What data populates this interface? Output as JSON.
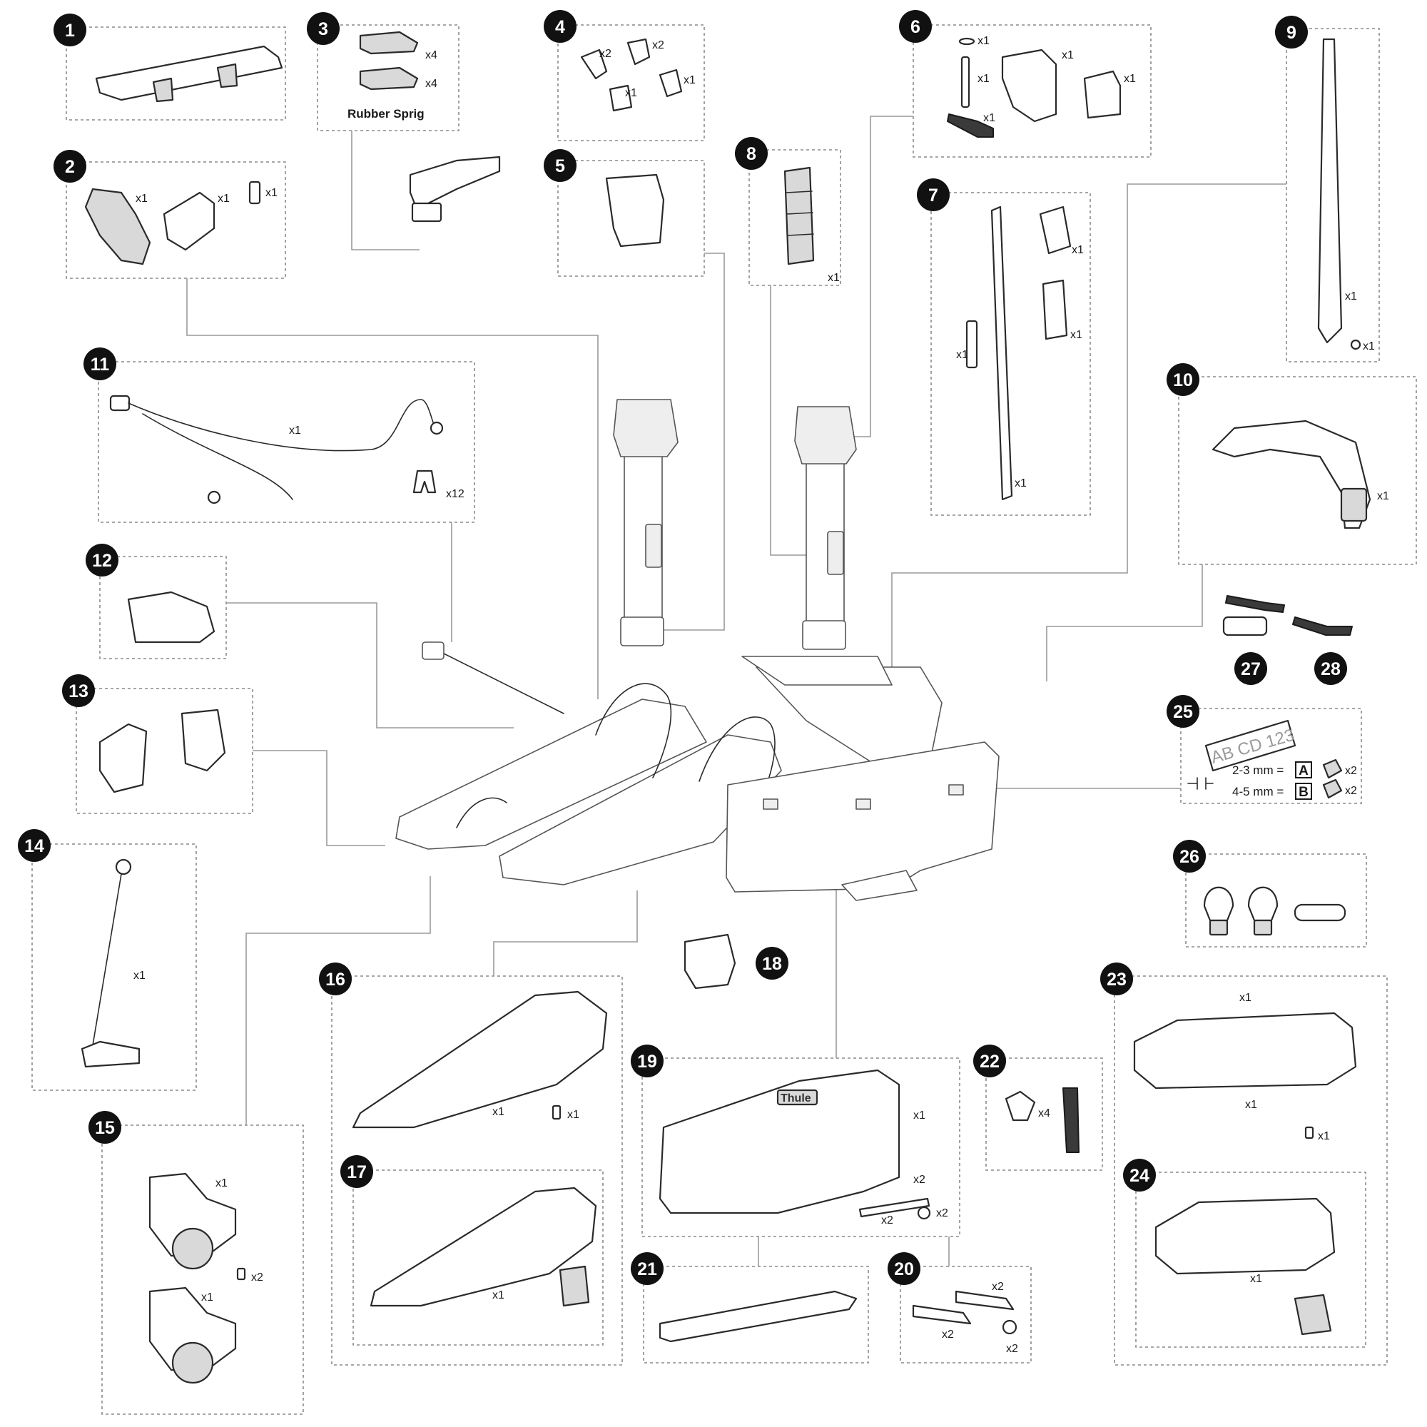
{
  "parts": [
    {
      "id": "1",
      "quantities": []
    },
    {
      "id": "2",
      "quantities": [
        "x1",
        "x1",
        "x1"
      ]
    },
    {
      "id": "3",
      "quantities": [
        "x4",
        "x4"
      ],
      "label": "Rubber Sprig"
    },
    {
      "id": "4",
      "quantities": [
        "x2",
        "x2",
        "x1",
        "x1"
      ]
    },
    {
      "id": "5",
      "quantities": []
    },
    {
      "id": "6",
      "quantities": [
        "x1",
        "x1",
        "x1",
        "x1",
        "x1"
      ]
    },
    {
      "id": "7",
      "quantities": [
        "x1",
        "x1",
        "x1",
        "x1"
      ]
    },
    {
      "id": "8",
      "quantities": [
        "x1"
      ]
    },
    {
      "id": "9",
      "quantities": [
        "x1",
        "x1"
      ]
    },
    {
      "id": "10",
      "quantities": [
        "x1"
      ]
    },
    {
      "id": "11",
      "quantities": [
        "x1",
        "x12"
      ]
    },
    {
      "id": "12",
      "quantities": []
    },
    {
      "id": "13",
      "quantities": []
    },
    {
      "id": "14",
      "quantities": [
        "x1"
      ]
    },
    {
      "id": "15",
      "quantities": [
        "x1",
        "x1",
        "x2"
      ]
    },
    {
      "id": "16",
      "quantities": [
        "x1",
        "x1"
      ]
    },
    {
      "id": "17",
      "quantities": [
        "x1"
      ]
    },
    {
      "id": "18",
      "quantities": []
    },
    {
      "id": "19",
      "quantities": [
        "x1",
        "x2",
        "x2",
        "x2"
      ],
      "brand": "Thule"
    },
    {
      "id": "20",
      "quantities": [
        "x2",
        "x2",
        "x2"
      ]
    },
    {
      "id": "21",
      "quantities": []
    },
    {
      "id": "22",
      "quantities": [
        "x4"
      ]
    },
    {
      "id": "23",
      "quantities": [
        "x1",
        "x1",
        "x1"
      ]
    },
    {
      "id": "24",
      "quantities": [
        "x1"
      ]
    },
    {
      "id": "25",
      "quantities": [
        "x2",
        "x2"
      ],
      "plate": "AB CD 123",
      "sizes": [
        {
          "text": "2-3 mm =",
          "letter": "A"
        },
        {
          "text": "4-5 mm =",
          "letter": "B"
        }
      ]
    },
    {
      "id": "26",
      "quantities": []
    },
    {
      "id": "27",
      "quantities": []
    },
    {
      "id": "28",
      "quantities": []
    }
  ]
}
